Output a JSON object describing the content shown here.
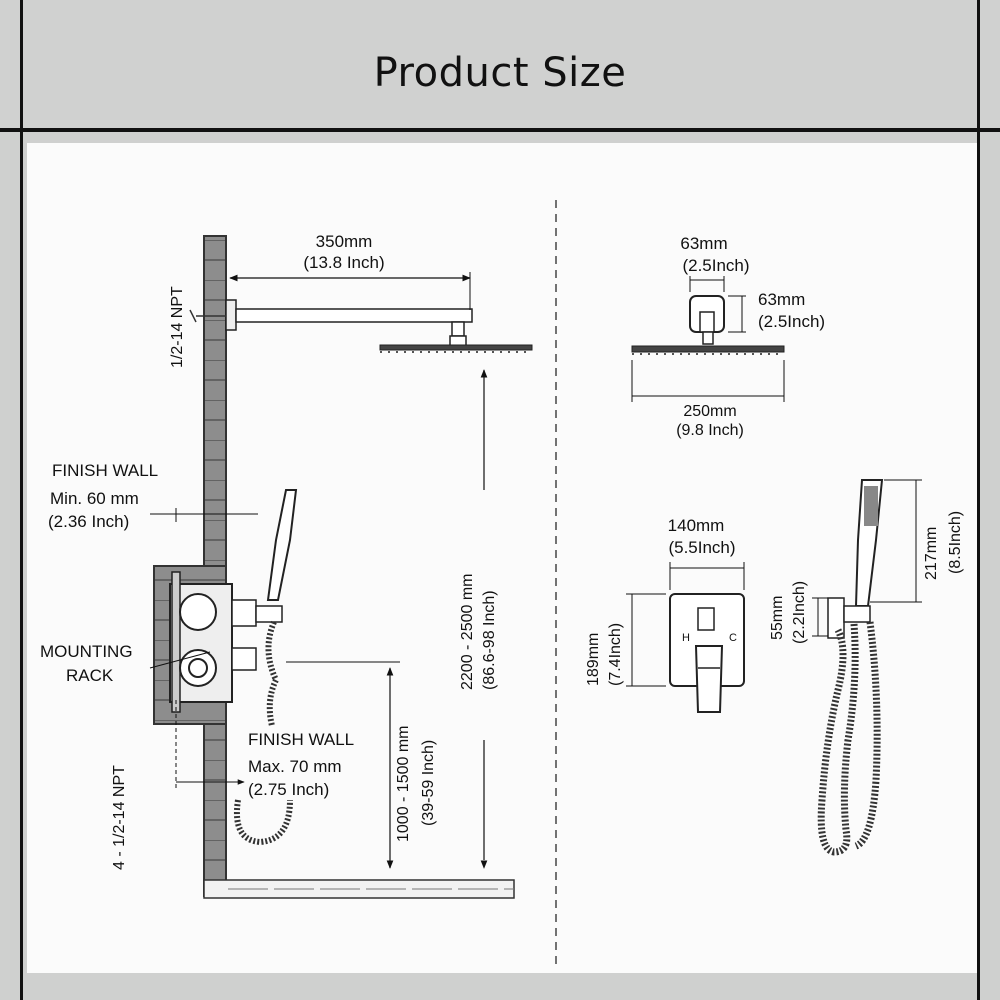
{
  "header": {
    "title": "Product Size"
  },
  "left": {
    "arm_length": "350mm",
    "arm_length_in": "(13.8 Inch)",
    "top_npt": "1/2-14 NPT",
    "finish_wall_top": "FINISH   WALL",
    "min_depth": "Min. 60 mm",
    "min_depth_in": "(2.36 Inch)",
    "mounting_rack_1": "MOUNTING",
    "mounting_rack_2": "RACK",
    "finish_wall_bottom": "FINISH  WALL",
    "max_depth": "Max. 70 mm",
    "max_depth_in": "(2.75 Inch)",
    "bottom_npt": "4 - 1/2-14 NPT",
    "head_height": "2200 - 2500 mm",
    "head_height_in": "(86.6-98 Inch)",
    "valve_height": "1000 - 1500 mm",
    "valve_height_in": "(39-59 Inch)"
  },
  "right": {
    "flange_w": "63mm",
    "flange_w_in": "(2.5Inch)",
    "flange_h": "63mm",
    "flange_h_in": "(2.5Inch)",
    "head_w": "250mm",
    "head_w_in": "(9.8 Inch)",
    "plate_w": "140mm",
    "plate_w_in": "(5.5Inch)",
    "plate_h": "189mm",
    "plate_h_in": "(7.4Inch)",
    "holder_h": "55mm",
    "holder_h_in": "(2.2Inch)",
    "handheld_h": "217mm",
    "handheld_h_in": "(8.5Inch)",
    "plate_h_label": "H",
    "plate_c_label": "C"
  }
}
